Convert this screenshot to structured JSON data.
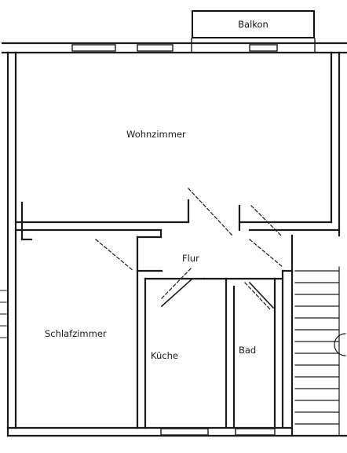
{
  "floorplan": {
    "rooms": {
      "balkon": "Balkon",
      "wohnzimmer": "Wohnzimmer",
      "flur": "Flur",
      "schlafzimmer": "Schlafzimmer",
      "kueche": "Küche",
      "bad": "Bad"
    }
  },
  "colors": {
    "ink": "#1a1a1a",
    "paper": "#ffffff"
  }
}
